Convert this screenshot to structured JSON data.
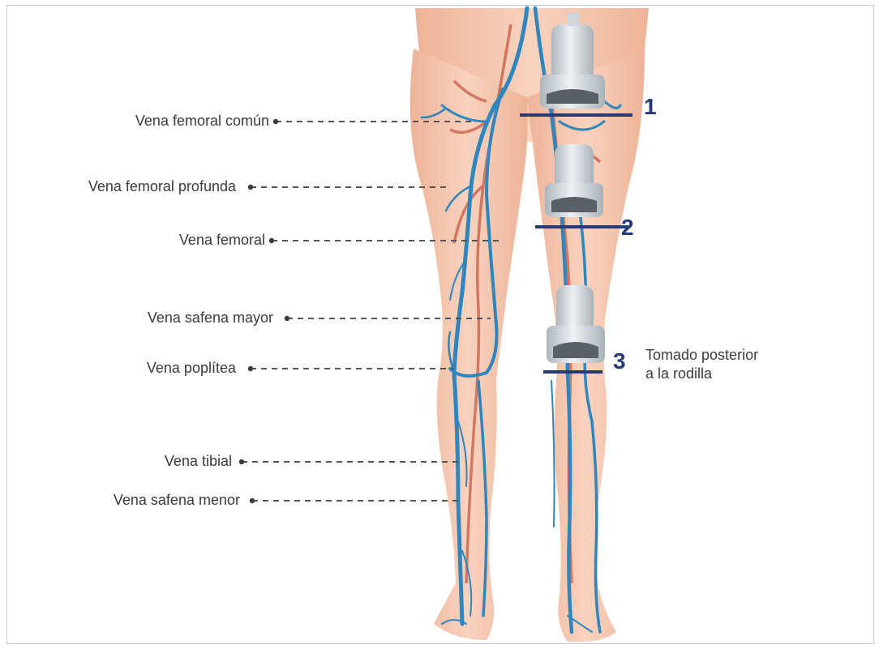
{
  "labels": [
    {
      "id": "vena-femoral-comun",
      "text": "Vena femoral común"
    },
    {
      "id": "vena-femoral-profunda",
      "text": "Vena femoral profunda"
    },
    {
      "id": "vena-femoral",
      "text": "Vena femoral"
    },
    {
      "id": "vena-safena-mayor",
      "text": "Vena safena mayor"
    },
    {
      "id": "vena-poplitea",
      "text": "Vena poplítea"
    },
    {
      "id": "vena-tibial",
      "text": "Vena tibial"
    },
    {
      "id": "vena-safena-menor",
      "text": "Vena safena menor"
    }
  ],
  "probe_positions": [
    "1",
    "2",
    "3"
  ],
  "note": {
    "line1": "Tomado posterior",
    "line2": "a la rodilla"
  },
  "colors": {
    "skin": "#f6c7ae",
    "skin_shade": "#e8a98d",
    "vein": "#2f86bf",
    "artery": "#c85a45",
    "marker_line": "#263a78",
    "probe": "#cfd5da",
    "label_text": "#3b3b3b"
  }
}
